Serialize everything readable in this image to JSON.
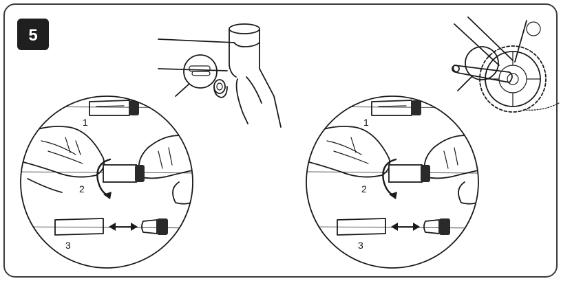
{
  "step": {
    "number": "5"
  },
  "left_detail": {
    "labels": {
      "one": "1",
      "two": "2",
      "three": "3"
    }
  },
  "right_detail": {
    "labels": {
      "one": "1",
      "two": "2",
      "three": "3"
    }
  },
  "colors": {
    "ink": "#1a1a1a",
    "badge": "#1f1f1f",
    "frame": "#3a3a3a"
  }
}
